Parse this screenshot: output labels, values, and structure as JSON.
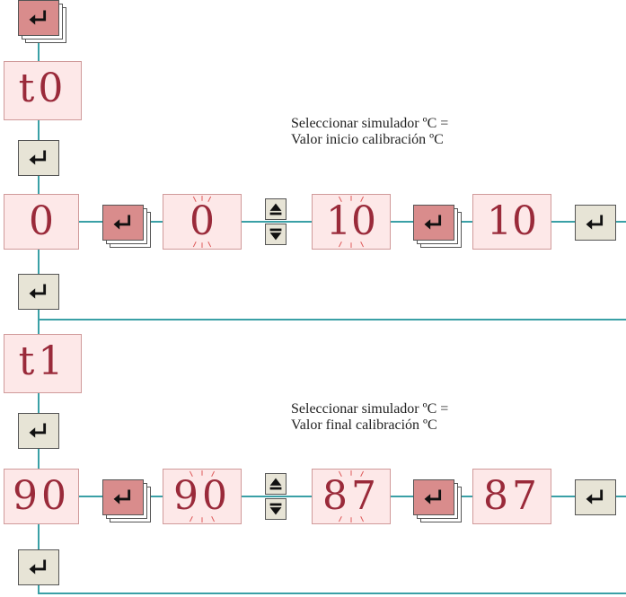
{
  "steps": {
    "t0_code": "t0",
    "t1_code": "t1",
    "row1": {
      "current": "0",
      "editing": "0",
      "edited": "10",
      "confirmed": "10"
    },
    "row2": {
      "current": "90",
      "editing": "90",
      "edited": "87",
      "confirmed": "87"
    }
  },
  "notes": {
    "start_line1": "Seleccionar simulador ºC =",
    "start_line2": "Valor inicio calibración ºC",
    "end_line1": "Seleccionar simulador ºC =",
    "end_line2": "Valor final calibración ºC"
  },
  "icons": {
    "enter": "enter-icon",
    "up": "arrow-up-icon",
    "down": "arrow-down-icon"
  },
  "colors": {
    "line": "#3aa0a6",
    "display_bg": "#fde8e8",
    "display_text": "#9a2a3a",
    "button": "#e7e4d6",
    "button_pressed": "#d98c8c"
  }
}
